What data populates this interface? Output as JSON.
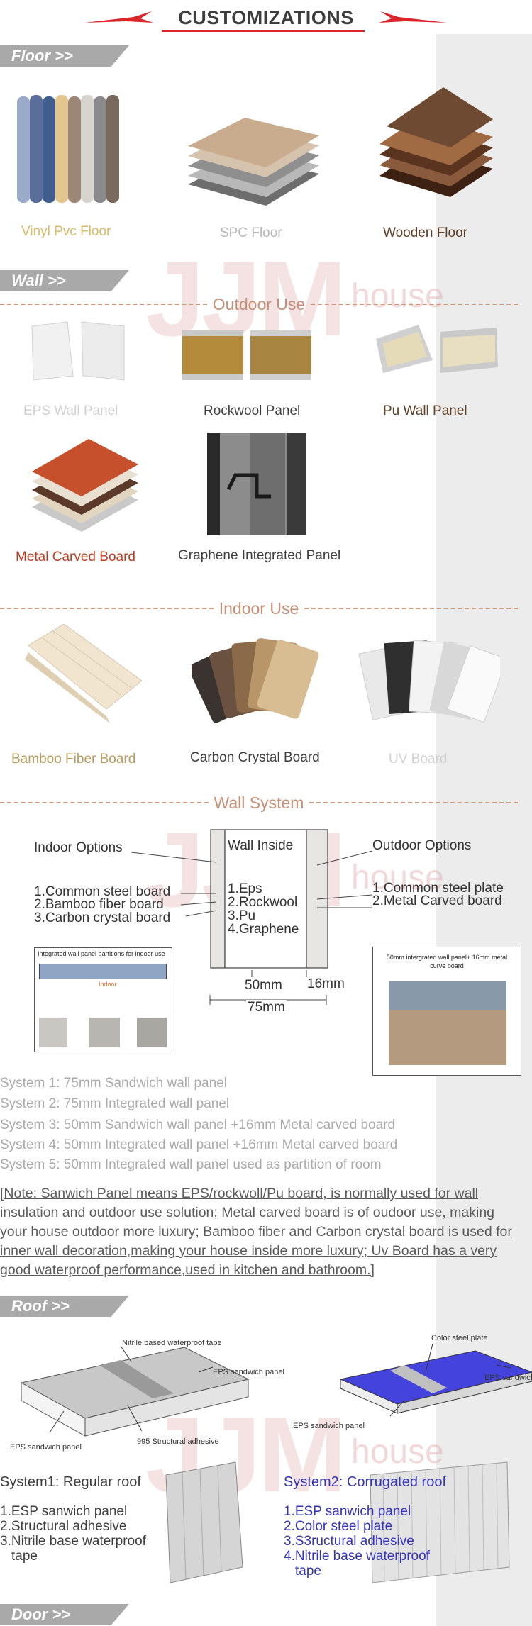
{
  "header": {
    "title": "CUSTOMIZATIONS"
  },
  "watermark": {
    "logo": "JJM",
    "sub": "house"
  },
  "sections": {
    "floor": {
      "tab": "Floor >>",
      "items": [
        "Vinyl Pvc Floor",
        "SPC Floor",
        "Wooden Floor"
      ]
    },
    "wall": {
      "tab": "Wall >>",
      "outdoor_heading": "Outdoor Use",
      "outdoor_items": [
        "EPS Wall Panel",
        "Rockwool Panel",
        "Pu Wall Panel",
        "Metal Carved Board",
        "Graphene Integrated Panel"
      ],
      "indoor_heading": "Indoor Use",
      "indoor_items": [
        "Bamboo Fiber Board",
        "Carbon Crystal Board",
        "UV Board"
      ],
      "system_heading": "Wall System"
    },
    "wall_system": {
      "indoor_options": "Indoor Options",
      "indoor_list": [
        "1.Common steel board",
        "2.Bamboo fiber board",
        "3.Carbon crystal board"
      ],
      "wall_inside": "Wall Inside",
      "core_list": [
        "1.Eps",
        "2.Rockwool",
        "3.Pu",
        "4.Graphene"
      ],
      "outdoor_options": "Outdoor Options",
      "outdoor_list": [
        "1.Common steel plate",
        "2.Metal Carved board"
      ],
      "dim_50": "50mm",
      "dim_16": "16mm",
      "dim_75": "75mm",
      "inset_left_title": "Integrated wall panel partitions for indoor use",
      "inset_left_label": "Indoor",
      "inset_right_title": "50mm intergrated wall panel+ 16mm metal curve board"
    },
    "systems": [
      "System 1:  75mm Sandwich wall panel",
      "System 2:  75mm Integrated wall panel",
      "System 3:  50mm Sandwich wall panel +16mm Metal carved board",
      "System 4:  50mm Integrated wall panel +16mm Metal carved board",
      "System 5:  50mm Integrated wall panel used as partition of room"
    ],
    "note": "[Note:  Sanwich Panel means EPS/rockwoll/Pu board, is normally used for wall insulation and outdoor use solution; Metal carved board is of oudoor use, making your house outdoor more luxury; Bamboo fiber and Carbon crystal board is used for inner wall decoration,making your house inside more luxury; Uv Board has a very good waterproof performance,used in kitchen and bathroom.]",
    "roof": {
      "tab": "Roof >>",
      "diag1_labels": [
        "Nitrile based waterproof tape",
        "EPS sandwich panel",
        "EPS sandwich panel",
        "995 Structural adhesive"
      ],
      "diag2_labels": [
        "Color steel plate",
        "EPS sandwich",
        "EPS sandwich panel"
      ],
      "system1_title": "System1: Regular roof",
      "system1_list": [
        "1.ESP sanwich panel",
        "2.Structural adhesive",
        "3.Nitrile base waterproof",
        "tape"
      ],
      "system2_title": "System2: Corrugated roof",
      "system2_list": [
        "1.ESP sanwich panel",
        "2.Color steel plate",
        "3.S3ructural adhesive",
        "4.Nitrile base waterproof",
        "tape"
      ]
    },
    "door": {
      "tab": "Door >>"
    }
  }
}
